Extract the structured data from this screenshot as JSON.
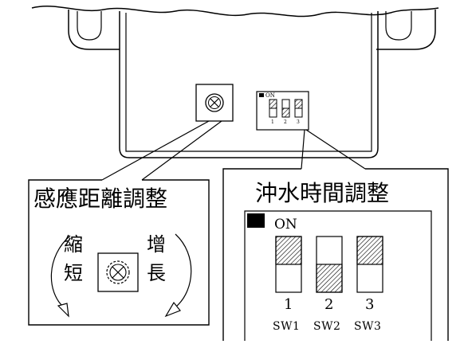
{
  "distance_panel": {
    "title": "感應距離調整",
    "shorten_label_top": "縮",
    "shorten_label_bottom": "短",
    "lengthen_label_top": "增",
    "lengthen_label_bottom": "長"
  },
  "flush_panel": {
    "title": "沖水時間調整",
    "on_label": "ON",
    "switches": [
      {
        "number": "1",
        "name": "SW1",
        "position": "ON"
      },
      {
        "number": "2",
        "name": "SW2",
        "position": "OFF"
      },
      {
        "number": "3",
        "name": "SW3",
        "position": "ON"
      }
    ]
  },
  "device": {
    "small_on_label": "ON",
    "small_numbers": [
      "1",
      "2",
      "3"
    ]
  },
  "colors": {
    "line": "#000000",
    "hatch": "#000000",
    "background": "#ffffff"
  }
}
